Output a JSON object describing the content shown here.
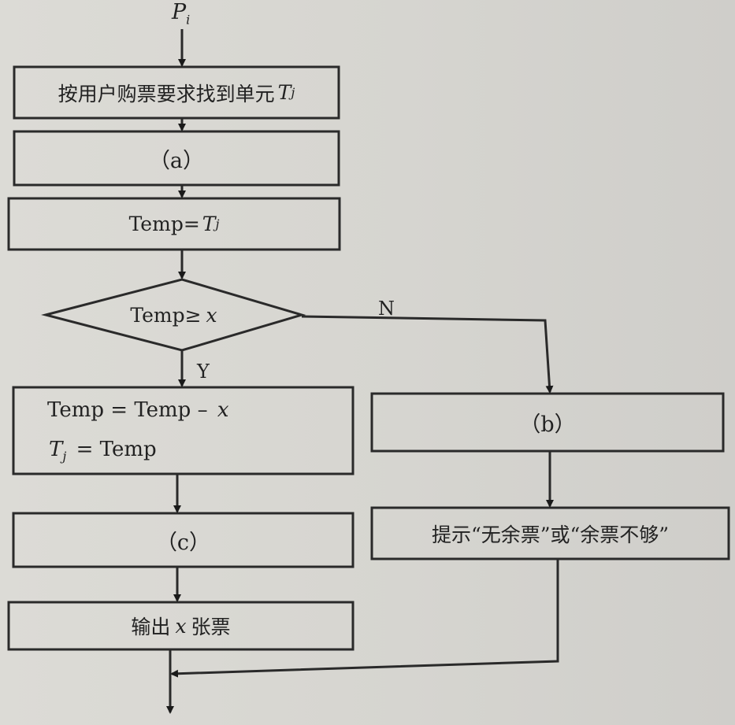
{
  "start": {
    "var": "P",
    "sub": "i"
  },
  "step1": {
    "text": "按用户购票要求找到单元",
    "var": "T",
    "sub": "j"
  },
  "box_a": {
    "text": "（a）"
  },
  "step_temp": {
    "lhs": "Temp=",
    "var": "T",
    "sub": "j"
  },
  "decision": {
    "text": "Temp≥",
    "var": "x",
    "yes": "Y",
    "no": "N"
  },
  "yes_box": {
    "line1_text": "Temp = Temp –",
    "line1_var": "x",
    "line2_var": "T",
    "line2_sub": "j",
    "line2_text": "= Temp"
  },
  "box_b": {
    "text": "（b）"
  },
  "box_c": {
    "text": "（c）"
  },
  "notify": {
    "text": "提示“无余票”或“余票不够”"
  },
  "output": {
    "pre": "输出",
    "var": "x",
    "post": "张票"
  }
}
